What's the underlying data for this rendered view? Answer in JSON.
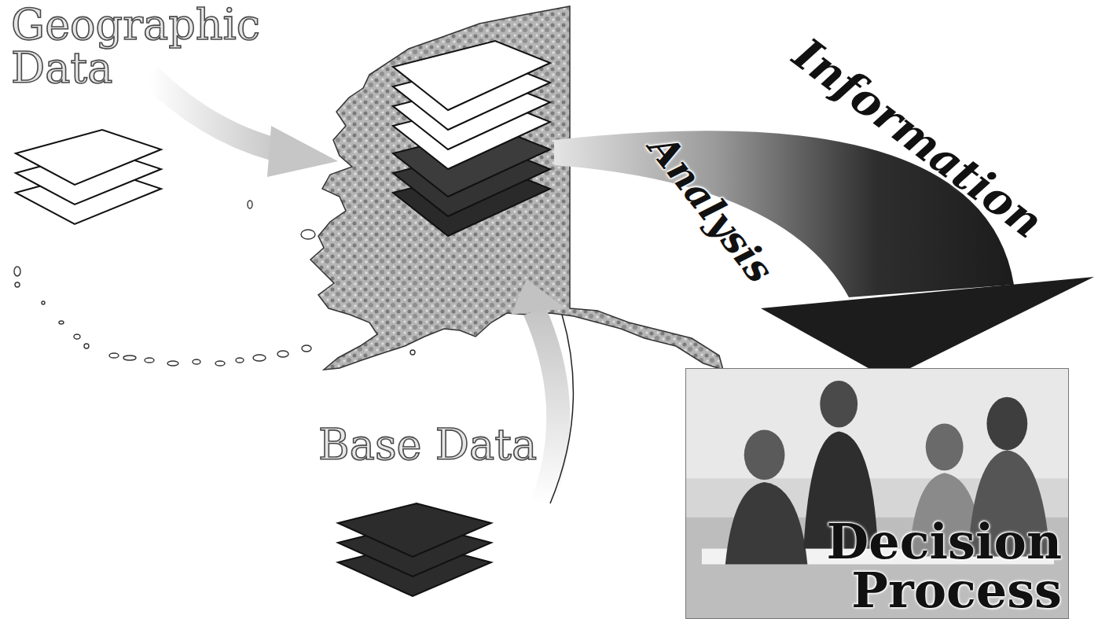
{
  "diagram": {
    "nodes": [
      {
        "text": [
          "Decision Process"
        ]
      }
    ],
    "labels": [
      "Geographic Data",
      "Information",
      "Analysis",
      "Base Data"
    ]
  }
}
